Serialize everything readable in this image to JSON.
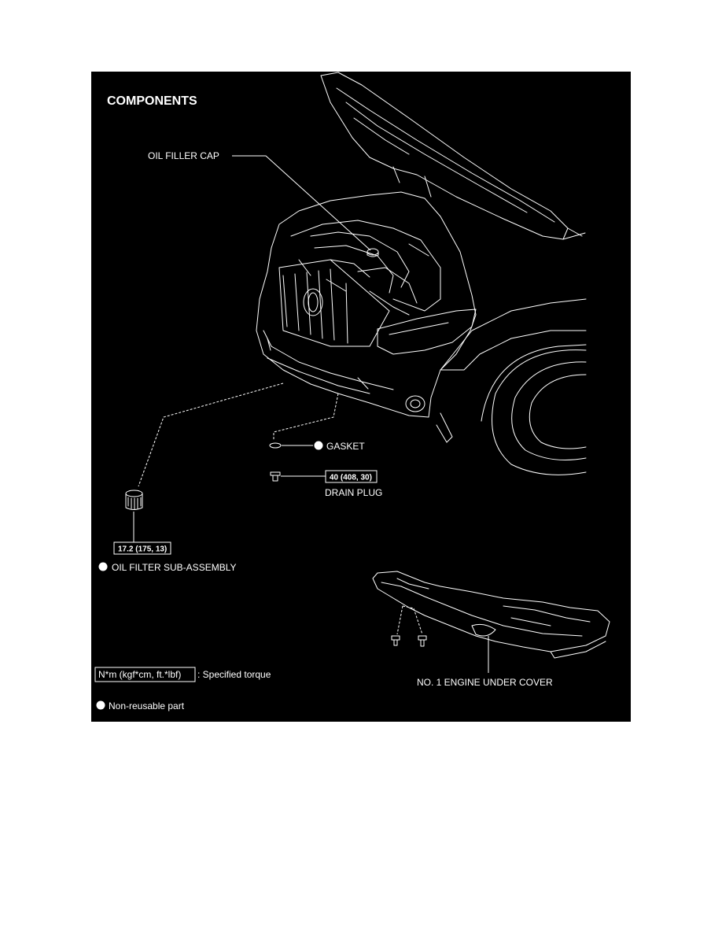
{
  "title": "COMPONENTS",
  "callouts": {
    "oil_filler_cap": "OIL FILLER CAP",
    "gasket": "GASKET",
    "drain_plug_torque": "40 (408, 30)",
    "drain_plug": "DRAIN PLUG",
    "oil_filter_torque": "17.2 (175, 13)",
    "oil_filter": "OIL FILTER SUB-ASSEMBLY",
    "engine_under_cover": "NO. 1 ENGINE UNDER COVER"
  },
  "legend": {
    "torque_box": "N*m (kgf*cm, ft.*lbf)",
    "torque_desc": ": Specified torque",
    "non_reusable": "Non-reusable part"
  },
  "colors": {
    "background": "#000000",
    "line": "#ffffff",
    "page": "#ffffff"
  }
}
